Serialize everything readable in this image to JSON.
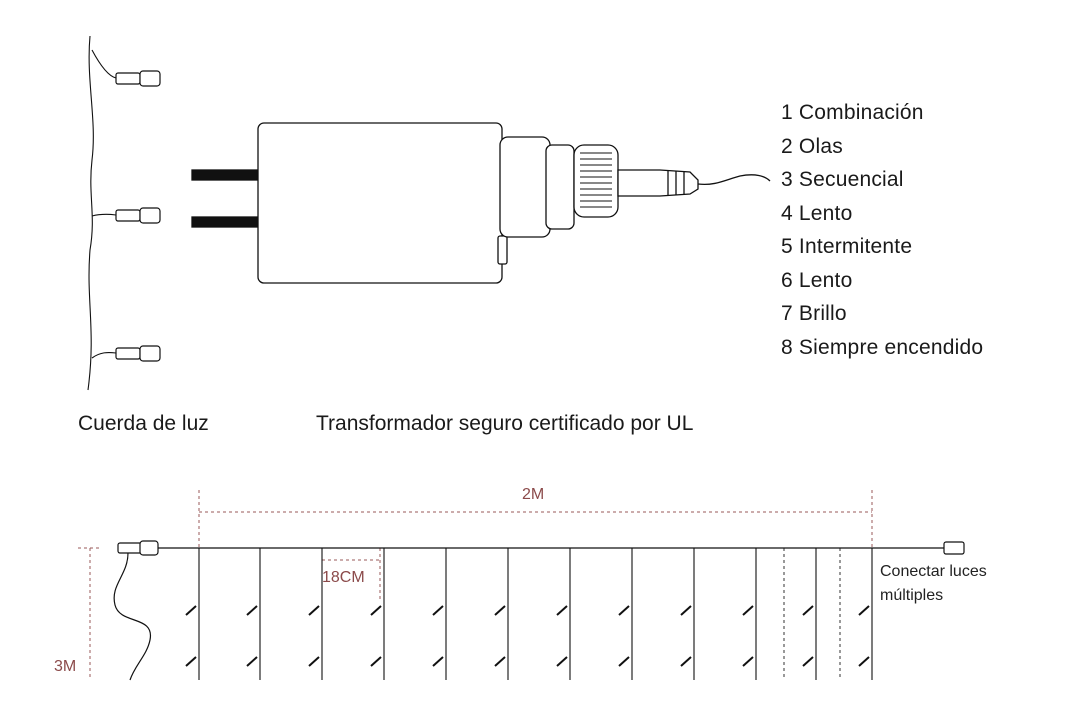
{
  "modes": [
    "1 Combinación",
    "2 Olas",
    "3 Secuencial",
    "4 Lento",
    "5 Intermitente",
    "6 Lento",
    "7 Brillo",
    "8 Siempre encendido"
  ],
  "captions": {
    "string": "Cuerda de luz",
    "transformer": "Transformador seguro certificado por UL"
  },
  "dimensions": {
    "width": "2M",
    "spacing": "18CM",
    "height": "3M"
  },
  "connect_note": {
    "line1": "Conectar luces",
    "line2": "múltiples"
  },
  "colors": {
    "line": "#111111",
    "dimension": "#9a5a5a"
  }
}
